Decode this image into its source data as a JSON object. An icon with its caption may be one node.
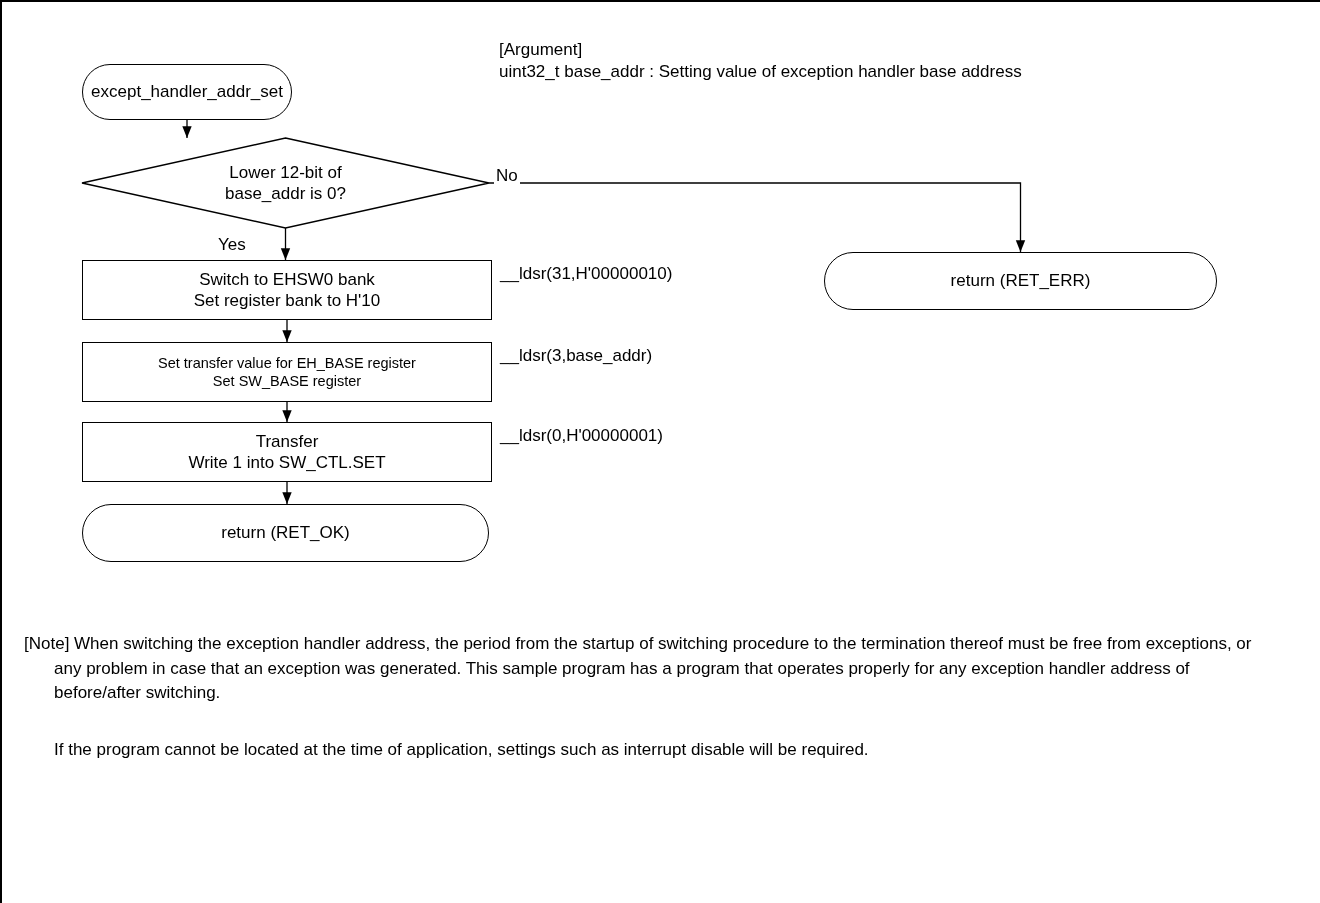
{
  "diagram": {
    "nodes": [
      {
        "text": [
          "except_handler_addr_set"
        ]
      },
      {
        "text": [
          "Lower 12-bit of base_addr is 0?"
        ]
      },
      {
        "text": [
          "Switch to EHSW0 bank",
          "Set register bank to H'10"
        ],
        "beside": [
          "__ldsr(31,H'00000010)"
        ]
      },
      {
        "text": [
          "Set transfer value for EH_BASE register",
          "Set SW_BASE register"
        ],
        "beside": [
          "__ldsr(3,base_addr)"
        ]
      },
      {
        "text": [
          "Transfer",
          "Write 1 into SW_CTL.SET"
        ],
        "beside": [
          "__ldsr(0,H'00000001)"
        ]
      },
      {
        "text": [
          "return (RET_OK)"
        ]
      },
      {
        "text": [
          "return (RET_ERR)"
        ]
      }
    ],
    "edges": [
      {
        "from": 0,
        "to": 1,
        "arrow": "to"
      },
      {
        "from": 1,
        "to": 2,
        "arrow": "to",
        "label": "Yes"
      },
      {
        "from": 1,
        "to": 6,
        "arrow": "to",
        "label": "No"
      },
      {
        "from": 2,
        "to": 3,
        "arrow": "to"
      },
      {
        "from": 3,
        "to": 4,
        "arrow": "to"
      },
      {
        "from": 4,
        "to": 5,
        "arrow": "to"
      }
    ],
    "labels": [
      "[Argument]",
      "uint32_t base_addr : Setting value of exception handler base address",
      "[Note] When switching the exception handler address, the period from the startup of switching procedure to the termination thereof must be free from exceptions, or any problem in case that an exception was generated. This sample program has a program that operates properly for any exception handler address of before/after switching.",
      "If the program cannot be located at the time of application, settings such as interrupt disable will be required."
    ]
  }
}
